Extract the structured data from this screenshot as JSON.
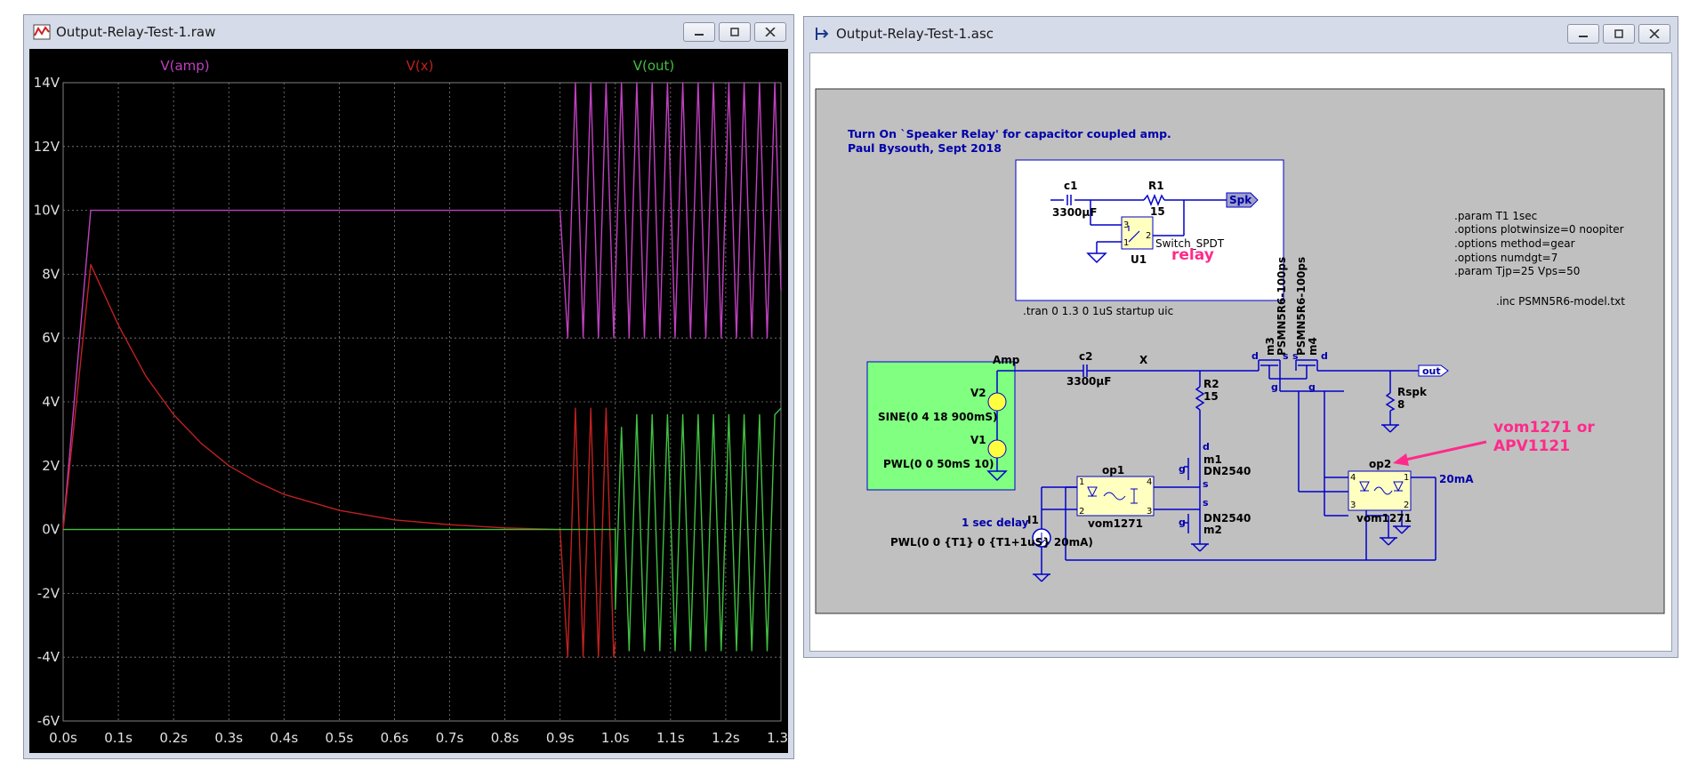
{
  "waveform_window": {
    "title": "Output-Relay-Test-1.raw",
    "colors": {
      "amp": "#c040c0",
      "x": "#c02020",
      "out": "#40c040",
      "grid": "#808080",
      "axis_text": "#e0e0e0"
    }
  },
  "schematic_window": {
    "title": "Output-Relay-Test-1.asc",
    "header_line1": "Turn On `Speaker Relay' for capacitor coupled amp.",
    "header_line2": "Paul Bysouth,  Sept 2018",
    "inset": {
      "c1_name": "c1",
      "c1_value": "3300µF",
      "r1_name": "R1",
      "r1_value": "15",
      "spk_label": "Spk",
      "u1_name": "U1",
      "u1_model": "Switch_SPDT",
      "u1_pins": [
        "3",
        "1",
        "2"
      ],
      "relay_label": "relay"
    },
    "directives": [
      ".param T1  1sec",
      ".options plotwinsize=0  noopiter",
      ".options  method=gear",
      ".options  numdgt=7",
      ".param Tjp=25  Vps=50"
    ],
    "include_line": ".inc  PSMN5R6-model.txt",
    "tran_line": ".tran 0 1.3 0 1uS startup uic",
    "sources": {
      "v2_name": "V2",
      "v2_value": "SINE(0 4 18 900mS)",
      "v1_name": "V1",
      "v1_value": "PWL(0 0 50mS 10)"
    },
    "nets": {
      "amp": "Amp",
      "x": "X",
      "out": "out"
    },
    "c2_name": "c2",
    "c2_value": "3300µF",
    "r2_name": "R2",
    "r2_value": "15",
    "rspk_name": "Rspk",
    "rspk_value": "8",
    "m3_name": "m3",
    "m4_name": "m4",
    "mosfet_model": "PSMN5R6-100ps",
    "pins": {
      "d": "d",
      "s": "s",
      "g": "g"
    },
    "m1_name": "m1",
    "m2_name": "m2",
    "dn_model": "DN2540",
    "op1_name": "op1",
    "op2_name": "op2",
    "opto_model": "vom1271",
    "opto_pins": [
      "1",
      "2",
      "3",
      "4"
    ],
    "i1_name": "I1",
    "i1_value": "PWL(0 0 {T1} 0 {T1+1uS} 20mA)",
    "delay_label": "1 sec delay",
    "current_label": "20mA",
    "annotation_line1": "vom1271 or",
    "annotation_line2": "APV1121",
    "colors": {
      "sheet": "#c0c0c0",
      "wire": "#0000cc",
      "text_blue": "#0000aa",
      "annot": "#ff2a8a",
      "source_box": "#80ff80",
      "symbol_fill": "#ffffc0"
    }
  },
  "chart_data": {
    "type": "line",
    "title": "",
    "xlabel": "",
    "ylabel": "",
    "x_ticks": [
      "0.0s",
      "0.1s",
      "0.2s",
      "0.3s",
      "0.4s",
      "0.5s",
      "0.6s",
      "0.7s",
      "0.8s",
      "0.9s",
      "1.0s",
      "1.1s",
      "1.2s",
      "1.3s"
    ],
    "y_ticks": [
      "14V",
      "12V",
      "10V",
      "8V",
      "6V",
      "4V",
      "2V",
      "0V",
      "-2V",
      "-4V",
      "-6V"
    ],
    "xlim": [
      0,
      1.3
    ],
    "ylim": [
      -6,
      14
    ],
    "grid": true,
    "legend": "top",
    "series": [
      {
        "name": "V(amp)",
        "points": [
          [
            0,
            0
          ],
          [
            0.05,
            10
          ],
          [
            0.9,
            10
          ],
          [
            0.9139,
            6
          ],
          [
            0.9278,
            14
          ],
          [
            0.9417,
            6
          ],
          [
            0.9556,
            14
          ],
          [
            0.9694,
            6
          ],
          [
            0.9833,
            14
          ],
          [
            0.9972,
            6
          ],
          [
            1.0111,
            14
          ],
          [
            1.025,
            6
          ],
          [
            1.0389,
            14
          ],
          [
            1.0528,
            6
          ],
          [
            1.0667,
            14
          ],
          [
            1.0806,
            6
          ],
          [
            1.0944,
            14
          ],
          [
            1.1083,
            6
          ],
          [
            1.1222,
            14
          ],
          [
            1.1361,
            6
          ],
          [
            1.15,
            14
          ],
          [
            1.1639,
            6
          ],
          [
            1.1778,
            14
          ],
          [
            1.1917,
            6
          ],
          [
            1.2056,
            14
          ],
          [
            1.2194,
            6
          ],
          [
            1.2333,
            14
          ],
          [
            1.2472,
            6
          ],
          [
            1.2611,
            14
          ],
          [
            1.275,
            6
          ],
          [
            1.2889,
            14
          ],
          [
            1.3,
            7.5
          ]
        ]
      },
      {
        "name": "V(x)",
        "points": [
          [
            0,
            0
          ],
          [
            0.05,
            8.3
          ],
          [
            0.1,
            6.4
          ],
          [
            0.15,
            4.8
          ],
          [
            0.2,
            3.6
          ],
          [
            0.25,
            2.7
          ],
          [
            0.3,
            2.0
          ],
          [
            0.35,
            1.5
          ],
          [
            0.4,
            1.1
          ],
          [
            0.5,
            0.6
          ],
          [
            0.6,
            0.3
          ],
          [
            0.7,
            0.15
          ],
          [
            0.8,
            0.05
          ],
          [
            0.9,
            0
          ],
          [
            0.9139,
            -4
          ],
          [
            0.9278,
            3.8
          ],
          [
            0.9417,
            -4
          ],
          [
            0.9556,
            3.8
          ],
          [
            0.9694,
            -4
          ],
          [
            0.9833,
            3.8
          ],
          [
            0.9972,
            -4
          ],
          [
            1.0,
            -3.5
          ]
        ]
      },
      {
        "name": "V(out)",
        "points": [
          [
            0,
            0
          ],
          [
            1.0,
            0
          ],
          [
            1.0,
            -2.5
          ],
          [
            1.0111,
            3.2
          ],
          [
            1.025,
            -3.8
          ],
          [
            1.0389,
            3.6
          ],
          [
            1.0528,
            -3.8
          ],
          [
            1.0667,
            3.6
          ],
          [
            1.0806,
            -3.8
          ],
          [
            1.0944,
            3.6
          ],
          [
            1.1083,
            -3.8
          ],
          [
            1.1222,
            3.6
          ],
          [
            1.1361,
            -3.8
          ],
          [
            1.15,
            3.6
          ],
          [
            1.1639,
            -3.8
          ],
          [
            1.1778,
            3.6
          ],
          [
            1.1917,
            -3.8
          ],
          [
            1.2056,
            3.6
          ],
          [
            1.2194,
            -3.8
          ],
          [
            1.2333,
            3.6
          ],
          [
            1.2472,
            -3.8
          ],
          [
            1.2611,
            3.6
          ],
          [
            1.275,
            -3.8
          ],
          [
            1.2889,
            3.6
          ],
          [
            1.3,
            3.8
          ]
        ]
      }
    ]
  }
}
